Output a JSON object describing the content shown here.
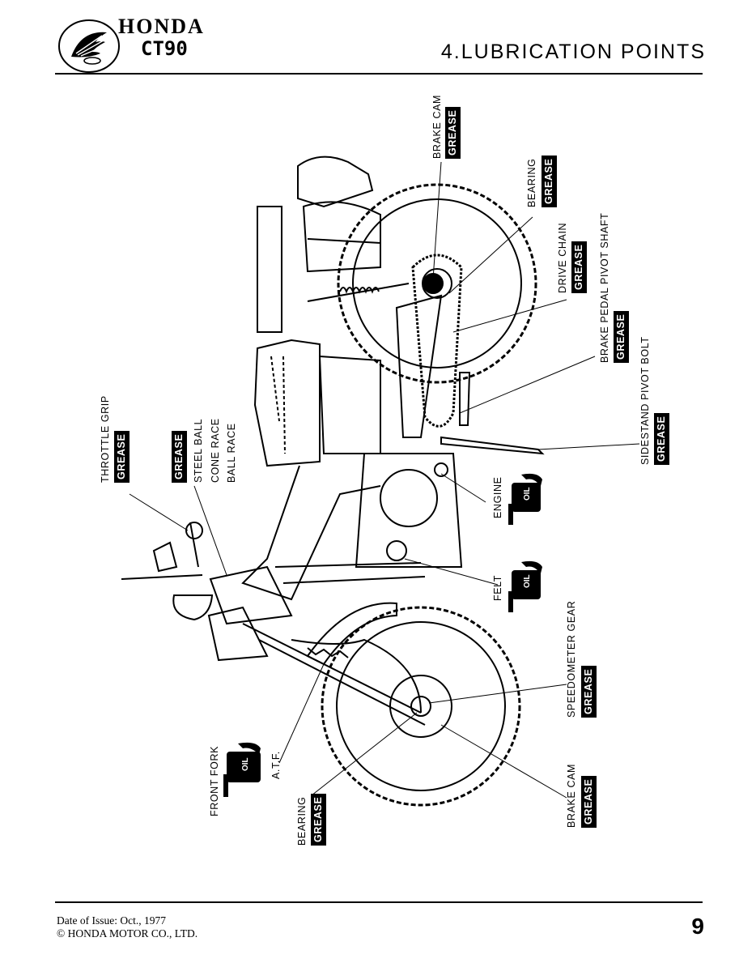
{
  "header": {
    "brand": "HONDA",
    "model": "CT90",
    "section_title": "4.LUBRICATION POINTS"
  },
  "labels": {
    "brake_cam_rear": "BRAKE CAM",
    "bearing_rear": "BEARING",
    "drive_chain": "DRIVE CHAIN",
    "brake_pedal_pivot_shaft": "BRAKE PEDAL PIVOT SHAFT",
    "sidestand_pivot_bolt": "SIDESTAND PIVOT BOLT",
    "throttle_grip": "THROTTLE GRIP",
    "steel_ball": "STEEL BALL",
    "cone_race": "CONE RACE",
    "ball_race": "BALL RACE",
    "engine": "ENGINE",
    "felt": "FELT",
    "speedometer_gear": "SPEEDOMETER GEAR",
    "front_fork": "FRONT FORK",
    "atf": "A.T.F.",
    "bearing_front": "BEARING",
    "brake_cam_front": "BRAKE CAM"
  },
  "tags": {
    "grease": "GREASE",
    "oil": "OIL"
  },
  "footer": {
    "date_of_issue": "Date of Issue: Oct., 1977",
    "copyright": "© HONDA MOTOR CO., LTD.",
    "page_number": "9"
  },
  "colors": {
    "ink": "#000000",
    "paper": "#ffffff"
  }
}
